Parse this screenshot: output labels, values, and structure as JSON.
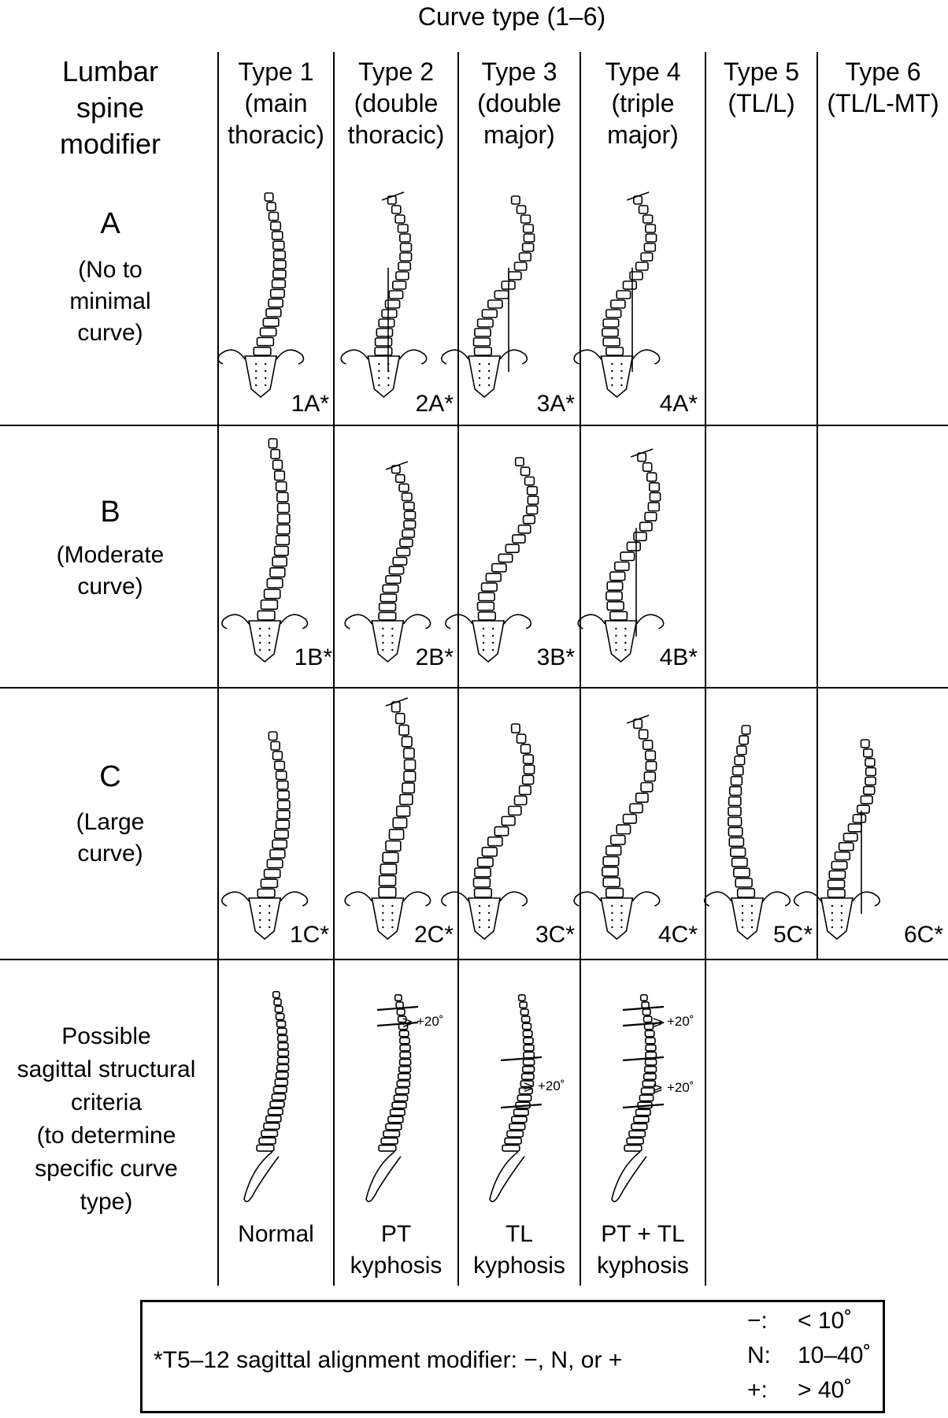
{
  "title": "Curve type (1–6)",
  "row_header": [
    "Lumbar",
    "spine",
    "modifier"
  ],
  "columns": [
    {
      "lines": [
        "Type 1",
        "(main",
        "thoracic)"
      ]
    },
    {
      "lines": [
        "Type 2",
        "(double",
        "thoracic)"
      ]
    },
    {
      "lines": [
        "Type 3",
        "(double",
        "major)"
      ]
    },
    {
      "lines": [
        "Type 4",
        "(triple",
        "major)"
      ]
    },
    {
      "lines": [
        "Type 5",
        "(TL/L)"
      ]
    },
    {
      "lines": [
        "Type 6",
        "(TL/L-MT)"
      ]
    }
  ],
  "rows": [
    {
      "letter": "A",
      "desc": [
        "(No to",
        "minimal",
        "curve)"
      ],
      "cells": [
        "1A*",
        "2A*",
        "3A*",
        "4A*"
      ]
    },
    {
      "letter": "B",
      "desc": [
        "(Moderate",
        "curve)"
      ],
      "cells": [
        "1B*",
        "2B*",
        "3B*",
        "4B*"
      ]
    },
    {
      "letter": "C",
      "desc": [
        "(Large",
        "curve)"
      ],
      "cells": [
        "1C*",
        "2C*",
        "3C*",
        "4C*",
        "5C*",
        "6C*"
      ]
    }
  ],
  "sagittal": {
    "desc": [
      "Possible",
      "sagittal structural",
      "criteria",
      "(to determine",
      "specific curve",
      "type)"
    ],
    "labels": [
      [
        "Normal"
      ],
      [
        "PT",
        "kyphosis"
      ],
      [
        "TL",
        "kyphosis"
      ],
      [
        "PT + TL",
        "kyphosis"
      ]
    ],
    "angle_text": "⩾ +20˚"
  },
  "legend": {
    "main": "*T5–12 sagittal alignment modifier: −, N, or +",
    "keys": [
      {
        "sym": "−:",
        "val": "< 10˚"
      },
      {
        "sym": "N:",
        "val": "10–40˚"
      },
      {
        "sym": "+:",
        "val": "> 40˚"
      }
    ]
  }
}
